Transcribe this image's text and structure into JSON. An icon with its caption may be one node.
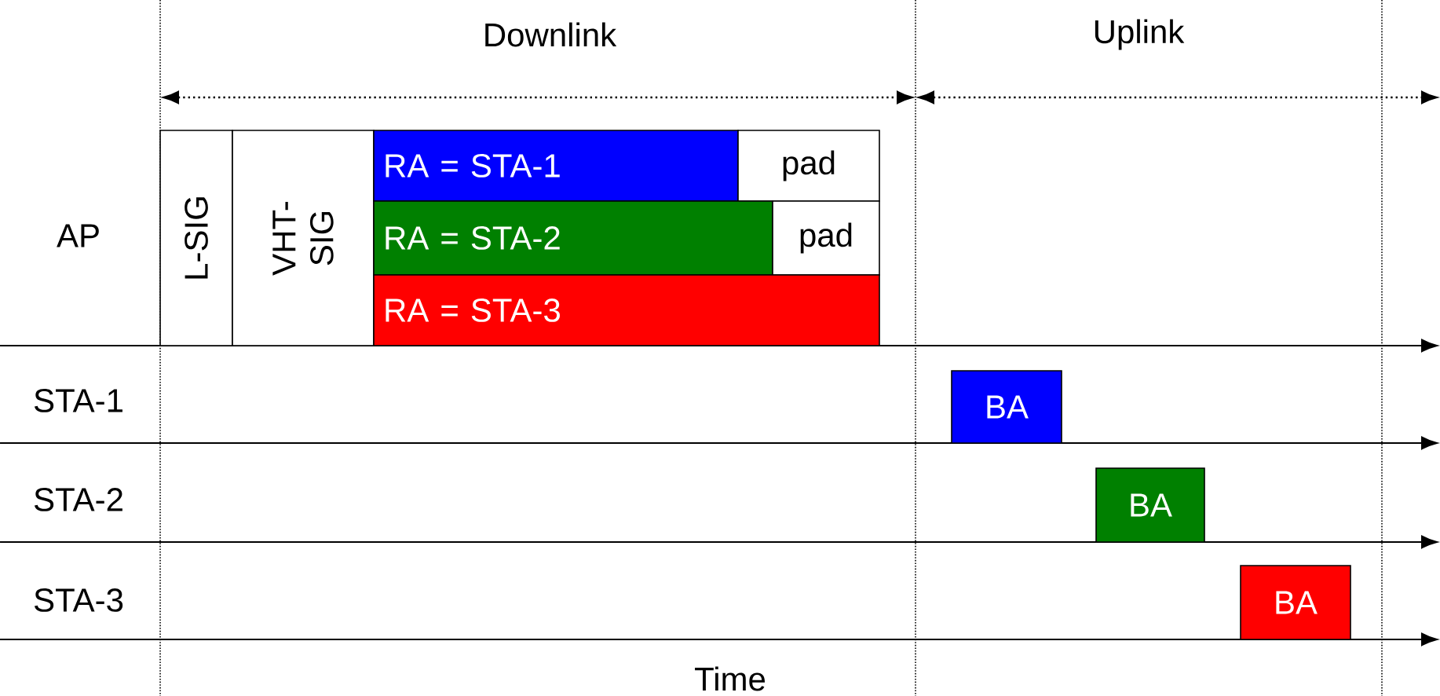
{
  "diagram": {
    "nodes": [
      {
        "text": [
          "L-SIG"
        ]
      },
      {
        "text": [
          "VHT- SIG"
        ]
      },
      {
        "text": [
          "RA = STA-1"
        ]
      },
      {
        "text": [
          "pad"
        ]
      },
      {
        "text": [
          "RA = STA-2"
        ]
      },
      {
        "text": [
          "pad"
        ]
      },
      {
        "text": [
          "RA = STA-3"
        ]
      },
      {
        "text": [
          "BA"
        ]
      },
      {
        "text": [
          "BA"
        ]
      },
      {
        "text": [
          "BA"
        ]
      }
    ],
    "labels": [
      "Downlink",
      "Uplink",
      "AP",
      "STA-1",
      "STA-2",
      "STA-3",
      "Time"
    ]
  }
}
